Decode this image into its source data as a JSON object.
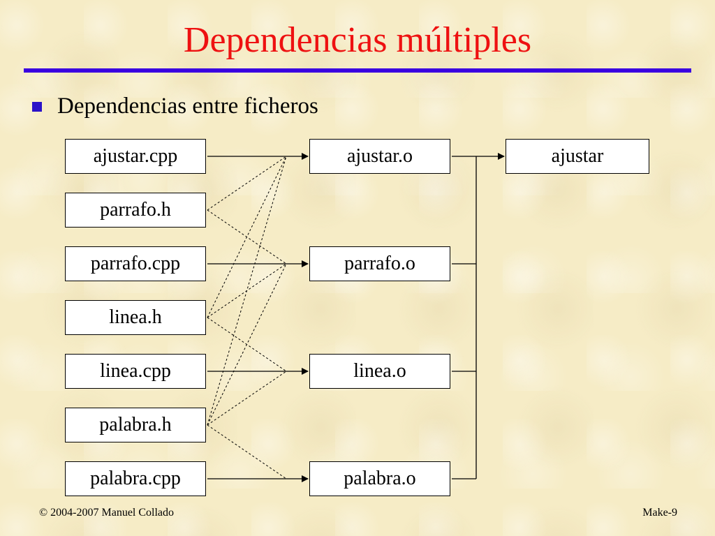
{
  "slide": {
    "title": "Dependencias múltiples",
    "bullet": "Dependencias entre ficheros"
  },
  "diagram": {
    "sources": [
      "ajustar.cpp",
      "parrafo.h",
      "parrafo.cpp",
      "linea.h",
      "linea.cpp",
      "palabra.h",
      "palabra.cpp"
    ],
    "objects": [
      "ajustar.o",
      "parrafo.o",
      "linea.o",
      "palabra.o"
    ],
    "target": "ajustar",
    "edges": [
      {
        "from": "ajustar.cpp",
        "to": "ajustar.o",
        "style": "solid"
      },
      {
        "from": "parrafo.cpp",
        "to": "parrafo.o",
        "style": "solid"
      },
      {
        "from": "linea.cpp",
        "to": "linea.o",
        "style": "solid"
      },
      {
        "from": "palabra.cpp",
        "to": "palabra.o",
        "style": "solid"
      },
      {
        "from": "parrafo.h",
        "to": "ajustar.o",
        "style": "dashed"
      },
      {
        "from": "parrafo.h",
        "to": "parrafo.o",
        "style": "dashed"
      },
      {
        "from": "linea.h",
        "to": "ajustar.o",
        "style": "dashed"
      },
      {
        "from": "linea.h",
        "to": "parrafo.o",
        "style": "dashed"
      },
      {
        "from": "linea.h",
        "to": "linea.o",
        "style": "dashed"
      },
      {
        "from": "palabra.h",
        "to": "ajustar.o",
        "style": "dashed"
      },
      {
        "from": "palabra.h",
        "to": "parrafo.o",
        "style": "dashed"
      },
      {
        "from": "palabra.h",
        "to": "linea.o",
        "style": "dashed"
      },
      {
        "from": "palabra.h",
        "to": "palabra.o",
        "style": "dashed"
      },
      {
        "from": "ajustar.o",
        "to": "ajustar",
        "style": "solid"
      },
      {
        "from": "parrafo.o",
        "to": "ajustar",
        "style": "solid"
      },
      {
        "from": "linea.o",
        "to": "ajustar",
        "style": "solid"
      },
      {
        "from": "palabra.o",
        "to": "ajustar",
        "style": "solid"
      }
    ]
  },
  "footer": {
    "left": "© 2004-2007 Manuel Collado",
    "right": "Make-9"
  }
}
